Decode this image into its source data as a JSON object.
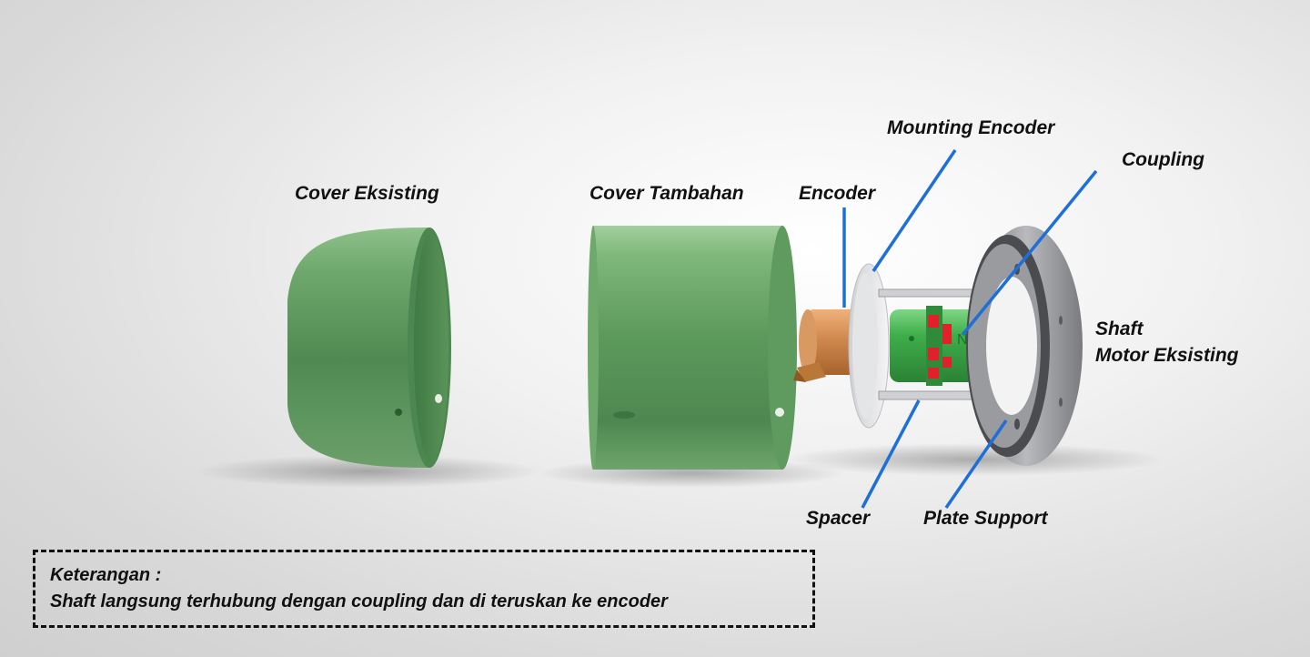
{
  "labels": {
    "cover_eksisting": "Cover Eksisting",
    "cover_tambahan": "Cover Tambahan",
    "encoder": "Encoder",
    "mounting_encoder": "Mounting Encoder",
    "coupling": "Coupling",
    "shaft_line1": "Shaft",
    "shaft_line2": "Motor Eksisting",
    "spacer": "Spacer",
    "plate_support": "Plate Support"
  },
  "coupling_brand": "NBK",
  "note": {
    "title": "Keterangan :",
    "text": "Shaft langsung terhubung dengan coupling dan di teruskan ke encoder"
  },
  "colors": {
    "cover_green": "#5f9a60",
    "encoder_copper": "#c9834a",
    "coupling_green": "#3fae4a",
    "coupling_red": "#e0202a",
    "leader_blue": "#1e6fd6",
    "plate_steel": "#a9aaae"
  }
}
